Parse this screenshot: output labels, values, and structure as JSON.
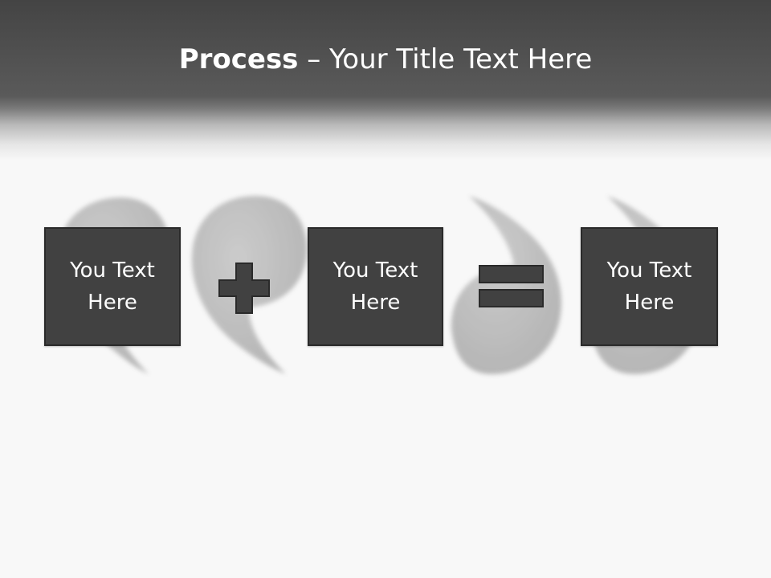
{
  "header": {
    "title_bold": "Process",
    "title_rest": " – Your Title Text Here"
  },
  "boxes": [
    {
      "text": "You Text Here"
    },
    {
      "text": "You Text Here"
    },
    {
      "text": "You Text Here"
    }
  ],
  "operators": {
    "first": "plus",
    "second": "equals"
  },
  "colors": {
    "header_dark": "#444444",
    "box_fill": "#414141",
    "box_border": "#2a2a2a",
    "background": "#f8f8f8",
    "comma_gray": "#b3b3b3"
  }
}
